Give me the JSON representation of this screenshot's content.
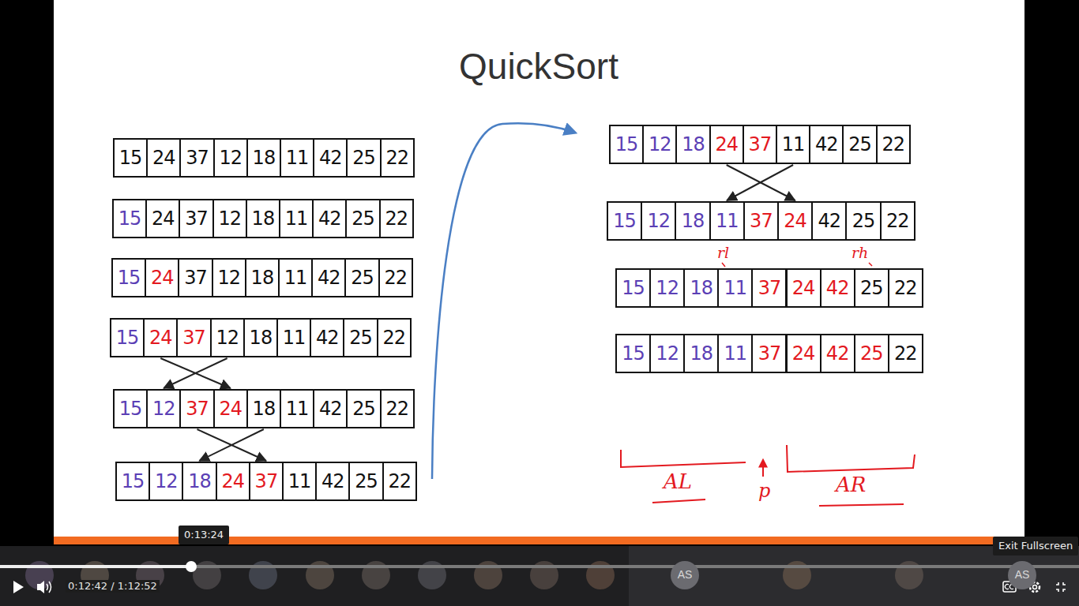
{
  "diagram": {
    "title": "QuickSort",
    "nodes": [
      {
        "text": [
          "15"
        ]
      },
      {
        "text": [
          "24"
        ]
      },
      {
        "text": [
          "37"
        ]
      },
      {
        "text": [
          "12"
        ]
      },
      {
        "text": [
          "18"
        ]
      },
      {
        "text": [
          "11"
        ]
      },
      {
        "text": [
          "42"
        ]
      },
      {
        "text": [
          "25"
        ]
      },
      {
        "text": [
          "22"
        ]
      },
      {
        "text": [
          "15"
        ]
      },
      {
        "text": [
          "24"
        ]
      },
      {
        "text": [
          "37"
        ]
      },
      {
        "text": [
          "12"
        ]
      },
      {
        "text": [
          "18"
        ]
      },
      {
        "text": [
          "11"
        ]
      },
      {
        "text": [
          "42"
        ]
      },
      {
        "text": [
          "25"
        ]
      },
      {
        "text": [
          "22"
        ]
      },
      {
        "text": [
          "15"
        ]
      },
      {
        "text": [
          "24"
        ]
      },
      {
        "text": [
          "37"
        ]
      },
      {
        "text": [
          "12"
        ]
      },
      {
        "text": [
          "18"
        ]
      },
      {
        "text": [
          "11"
        ]
      },
      {
        "text": [
          "42"
        ]
      },
      {
        "text": [
          "25"
        ]
      },
      {
        "text": [
          "22"
        ]
      },
      {
        "text": [
          "15"
        ]
      },
      {
        "text": [
          "24"
        ]
      },
      {
        "text": [
          "37"
        ]
      },
      {
        "text": [
          "12"
        ]
      },
      {
        "text": [
          "18"
        ]
      },
      {
        "text": [
          "11"
        ]
      },
      {
        "text": [
          "42"
        ]
      },
      {
        "text": [
          "25"
        ]
      },
      {
        "text": [
          "22"
        ]
      },
      {
        "text": [
          "15"
        ]
      },
      {
        "text": [
          "12"
        ]
      },
      {
        "text": [
          "37"
        ]
      },
      {
        "text": [
          "24"
        ]
      },
      {
        "text": [
          "18"
        ]
      },
      {
        "text": [
          "11"
        ]
      },
      {
        "text": [
          "42"
        ]
      },
      {
        "text": [
          "25"
        ]
      },
      {
        "text": [
          "22"
        ]
      },
      {
        "text": [
          "15"
        ]
      },
      {
        "text": [
          "12"
        ]
      },
      {
        "text": [
          "18"
        ]
      },
      {
        "text": [
          "24"
        ]
      },
      {
        "text": [
          "37"
        ]
      },
      {
        "text": [
          "11"
        ]
      },
      {
        "text": [
          "42"
        ]
      },
      {
        "text": [
          "25"
        ]
      },
      {
        "text": [
          "22"
        ]
      },
      {
        "text": [
          "15"
        ]
      },
      {
        "text": [
          "12"
        ]
      },
      {
        "text": [
          "18"
        ]
      },
      {
        "text": [
          "24"
        ]
      },
      {
        "text": [
          "37"
        ]
      },
      {
        "text": [
          "11"
        ]
      },
      {
        "text": [
          "42"
        ]
      },
      {
        "text": [
          "25"
        ]
      },
      {
        "text": [
          "22"
        ]
      },
      {
        "text": [
          "15"
        ]
      },
      {
        "text": [
          "12"
        ]
      },
      {
        "text": [
          "18"
        ]
      },
      {
        "text": [
          "11"
        ]
      },
      {
        "text": [
          "37"
        ]
      },
      {
        "text": [
          "24"
        ]
      },
      {
        "text": [
          "42"
        ]
      },
      {
        "text": [
          "25"
        ]
      },
      {
        "text": [
          "22"
        ]
      },
      {
        "text": [
          "15"
        ]
      },
      {
        "text": [
          "12"
        ]
      },
      {
        "text": [
          "18"
        ]
      },
      {
        "text": [
          "11"
        ]
      },
      {
        "text": [
          "37"
        ]
      },
      {
        "text": [
          "24"
        ]
      },
      {
        "text": [
          "42"
        ]
      },
      {
        "text": [
          "25"
        ]
      },
      {
        "text": [
          "22"
        ]
      },
      {
        "text": [
          "15"
        ]
      },
      {
        "text": [
          "12"
        ]
      },
      {
        "text": [
          "18"
        ]
      },
      {
        "text": [
          "11"
        ]
      },
      {
        "text": [
          "37"
        ]
      },
      {
        "text": [
          "24"
        ]
      },
      {
        "text": [
          "42"
        ]
      },
      {
        "text": [
          "25"
        ]
      },
      {
        "text": [
          "22"
        ]
      }
    ],
    "edges": [
      {
        "from": 28,
        "to": 39,
        "arrow": "to"
      },
      {
        "from": 30,
        "to": 37,
        "arrow": "to"
      },
      {
        "from": 38,
        "to": 49,
        "arrow": "to"
      },
      {
        "from": 40,
        "to": 47,
        "arrow": "to"
      },
      {
        "from": 57,
        "to": 68,
        "arrow": "to"
      },
      {
        "from": 59,
        "to": 66,
        "arrow": "to"
      }
    ],
    "labels": [
      "rl",
      "rh",
      "AL",
      "p",
      "AR",
      "0:13:24",
      "0:12:42 / 1:12:52",
      "Exit Fullscreen",
      "AS",
      "AS"
    ]
  }
}
